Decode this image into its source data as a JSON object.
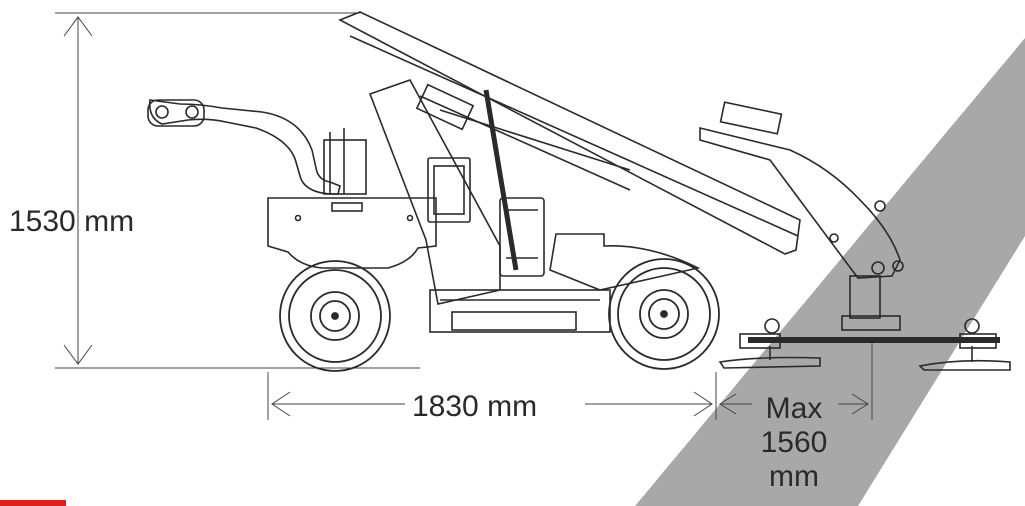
{
  "dimensions": {
    "height_label": "1530 mm",
    "length_label": "1830 mm",
    "reach_label_line1": "Max",
    "reach_label_line2": "1560",
    "reach_label_line3": "mm"
  },
  "colors": {
    "line": "#2a2a2a",
    "watermark": "#a8a8a8",
    "accent_bar": "#e02020",
    "background": "#ffffff"
  }
}
